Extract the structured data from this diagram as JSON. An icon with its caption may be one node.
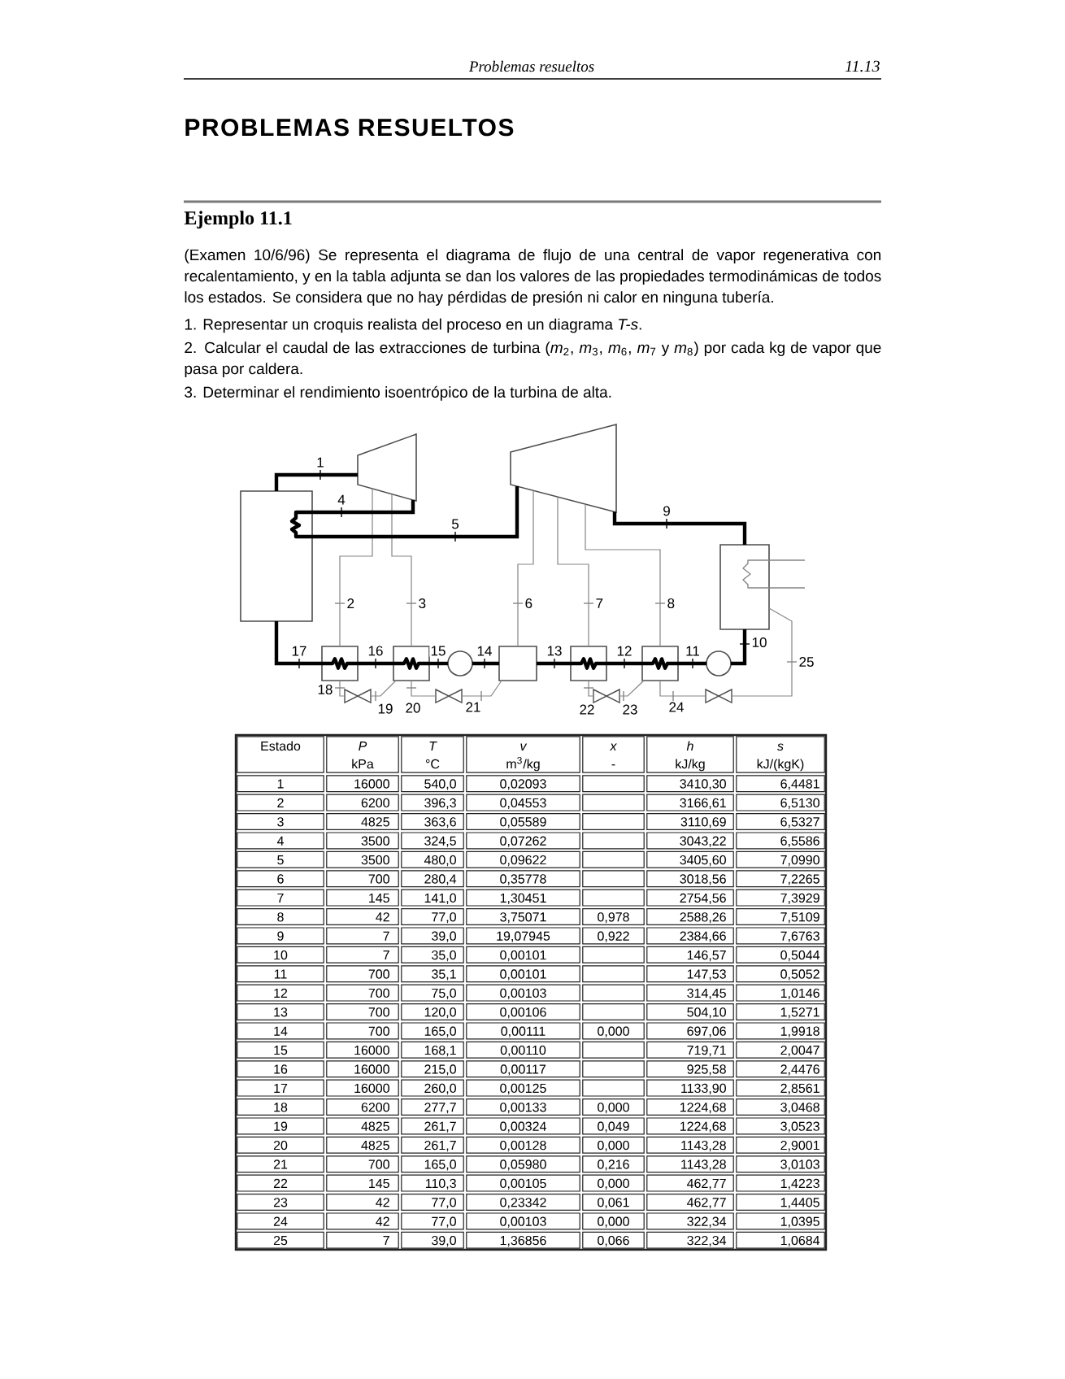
{
  "diagram": {
    "title": "PROBLEMAS RESUELTOS",
    "nodes": [
      {
        "text": [],
        "shape": "box"
      },
      {
        "text": [],
        "shape": "trapezoid"
      },
      {
        "text": [],
        "shape": "trapezoid"
      },
      {
        "text": [],
        "shape": "box"
      },
      {
        "text": [],
        "shape": "box"
      },
      {
        "text": [],
        "shape": "box"
      },
      {
        "text": [],
        "shape": "circle"
      },
      {
        "text": [],
        "shape": "box"
      },
      {
        "text": [],
        "shape": "box"
      },
      {
        "text": [],
        "shape": "box"
      },
      {
        "text": [],
        "shape": "circle"
      },
      {
        "text": [],
        "shape": "valve"
      },
      {
        "text": [],
        "shape": "valve"
      },
      {
        "text": [],
        "shape": "valve"
      },
      {
        "text": [],
        "shape": "valve"
      }
    ],
    "edges": [
      {
        "from": 0,
        "to": 1,
        "arrow": "none",
        "label": "1",
        "style": "thick",
        "color": "#000000"
      },
      {
        "from": 1,
        "to": 4,
        "arrow": "none",
        "label": "2"
      },
      {
        "from": 1,
        "to": 5,
        "arrow": "none",
        "label": "3"
      },
      {
        "from": 1,
        "to": 0,
        "arrow": "none",
        "label": "4",
        "style": "thick",
        "color": "#000000"
      },
      {
        "from": 0,
        "to": 2,
        "arrow": "none",
        "label": "5",
        "style": "thick",
        "color": "#000000"
      },
      {
        "from": 2,
        "to": 7,
        "arrow": "none",
        "label": "6"
      },
      {
        "from": 2,
        "to": 8,
        "arrow": "none",
        "label": "7"
      },
      {
        "from": 2,
        "to": 9,
        "arrow": "none",
        "label": "8"
      },
      {
        "from": 2,
        "to": 3,
        "arrow": "none",
        "label": "9",
        "style": "thick",
        "color": "#000000"
      },
      {
        "from": 3,
        "to": 10,
        "arrow": "none",
        "label": "10",
        "style": "thick",
        "color": "#000000"
      },
      {
        "from": 10,
        "to": 9,
        "arrow": "none",
        "label": "11",
        "style": "thick",
        "color": "#000000"
      },
      {
        "from": 9,
        "to": 8,
        "arrow": "none",
        "label": "12",
        "style": "thick",
        "color": "#000000"
      },
      {
        "from": 8,
        "to": 7,
        "arrow": "none",
        "label": "13",
        "style": "thick",
        "color": "#000000"
      },
      {
        "from": 7,
        "to": 6,
        "arrow": "none",
        "label": "14",
        "style": "thick",
        "color": "#000000"
      },
      {
        "from": 6,
        "to": 5,
        "arrow": "none",
        "label": "15",
        "style": "thick",
        "color": "#000000"
      },
      {
        "from": 5,
        "to": 4,
        "arrow": "none",
        "label": "16",
        "style": "thick",
        "color": "#000000"
      },
      {
        "from": 4,
        "to": 0,
        "arrow": "none",
        "label": "17",
        "style": "thick",
        "color": "#000000"
      },
      {
        "from": 4,
        "to": 11,
        "arrow": "none",
        "label": "18"
      },
      {
        "from": 11,
        "to": 5,
        "arrow": "none",
        "label": "19"
      },
      {
        "from": 5,
        "to": 12,
        "arrow": "none",
        "label": "20"
      },
      {
        "from": 12,
        "to": 7,
        "arrow": "none",
        "label": "21"
      },
      {
        "from": 8,
        "to": 13,
        "arrow": "none",
        "label": "22"
      },
      {
        "from": 13,
        "to": 9,
        "arrow": "none",
        "label": "23"
      },
      {
        "from": 9,
        "to": 14,
        "arrow": "none",
        "label": "24"
      },
      {
        "from": 14,
        "to": 3,
        "arrow": "none",
        "label": "25"
      }
    ],
    "labels": [
      "Problemas resueltos",
      "11.13",
      "Ejemplo 11.1",
      "(Examen 10/6/96) Se representa el diagrama de flujo de una central de vapor regenerativa con recalentamiento, y en la tabla adjunta se dan los valores de las propiedades termodinámicas de todos los estados. Se considera que no hay pérdidas de presión ni calor en ninguna tubería.",
      "1. Representar un croquis realista del proceso en un diagrama *T-s*.",
      "2. Calcular el caudal de las extracciones de turbina (*m*$_{2}$, *m*$_{3}$, *m*$_{6}$, *m*$_{7}$ y *m*$_{8}$) por cada kg de vapor que pasa por caldera.",
      "3. Determinar el rendimiento isoentrópico de la turbina de alta.",
      "Estado",
      "P",
      "T",
      "v",
      "x",
      "h",
      "s",
      "kPa",
      "°C",
      "m$^{3}$/kg",
      "-",
      "kJ/kg",
      "kJ/(kgK)",
      "1",
      "16000",
      "540,0",
      "0,02093",
      "3410,30",
      "6,4481",
      "2",
      "6200",
      "396,3",
      "0,04553",
      "3166,61",
      "6,5130",
      "3",
      "4825",
      "363,6",
      "0,05589",
      "3110,69",
      "6,5327",
      "4",
      "3500",
      "324,5",
      "0,07262",
      "3043,22",
      "6,5586",
      "5",
      "3500",
      "480,0",
      "0,09622",
      "3405,60",
      "7,0990",
      "6",
      "700",
      "280,4",
      "0,35778",
      "3018,56",
      "7,2265",
      "7",
      "145",
      "141,0",
      "1,30451",
      "2754,56",
      "7,3929",
      "8",
      "42",
      "77,0",
      "3,75071",
      "0,978",
      "2588,26",
      "7,5109",
      "9",
      "7",
      "39,0",
      "19,07945",
      "0,922",
      "2384,66",
      "7,6763",
      "10",
      "7",
      "35,0",
      "0,00101",
      "146,57",
      "0,5044",
      "11",
      "700",
      "35,1",
      "0,00101",
      "147,53",
      "0,5052",
      "12",
      "700",
      "75,0",
      "0,00103",
      "314,45",
      "1,0146",
      "13",
      "700",
      "120,0",
      "0,00106",
      "504,10",
      "1,5271",
      "14",
      "700",
      "165,0",
      "0,00111",
      "0,000",
      "697,06",
      "1,9918",
      "15",
      "16000",
      "168,1",
      "0,00110",
      "719,71",
      "2,0047",
      "16",
      "16000",
      "215,0",
      "0,00117",
      "925,58",
      "2,4476",
      "17",
      "16000",
      "260,0",
      "0,00125",
      "1133,90",
      "2,8561",
      "18",
      "6200",
      "277,7",
      "0,00133",
      "0,000",
      "1224,68",
      "3,0468",
      "19",
      "4825",
      "261,7",
      "0,00324",
      "0,049",
      "1224,68",
      "3,0523",
      "20",
      "4825",
      "261,7",
      "0,00128",
      "0,000",
      "1143,28",
      "2,9001",
      "21",
      "700",
      "165,0",
      "0,05980",
      "0,216",
      "1143,28",
      "3,0103",
      "22",
      "145",
      "110,3",
      "0,00105",
      "0,000",
      "462,77",
      "1,4223",
      "23",
      "42",
      "77,0",
      "0,23342",
      "0,061",
      "462,77",
      "1,4405",
      "24",
      "42",
      "77,0",
      "0,00103",
      "0,000",
      "322,34",
      "1,0395",
      "25",
      "7",
      "39,0",
      "1,36856",
      "0,066",
      "322,34",
      "1,0684"
    ]
  }
}
